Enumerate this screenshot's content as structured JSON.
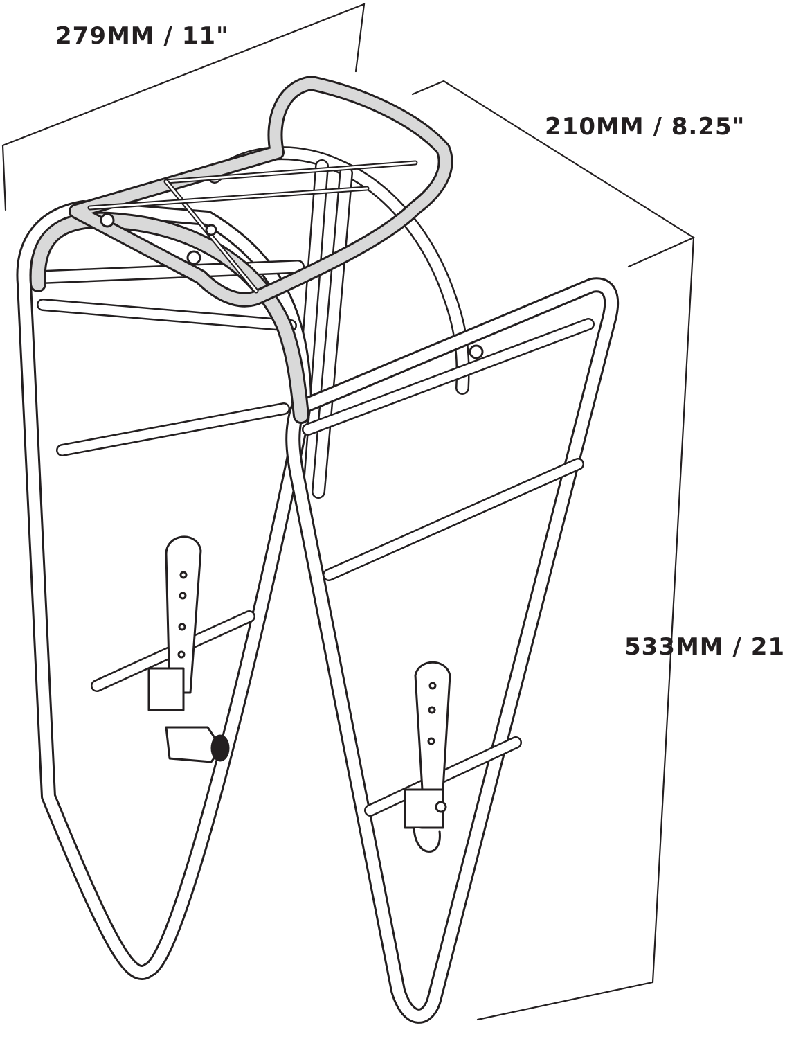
{
  "dimensions": {
    "width": "279MM / 11\"",
    "depth": "210MM / 8.25\"",
    "height": "533MM / 21\""
  },
  "colors": {
    "line": "#231f20",
    "fill": "#ffffff",
    "shade": "#d9d9d9"
  },
  "icons": {
    "subject": "bike-rack-icon"
  }
}
